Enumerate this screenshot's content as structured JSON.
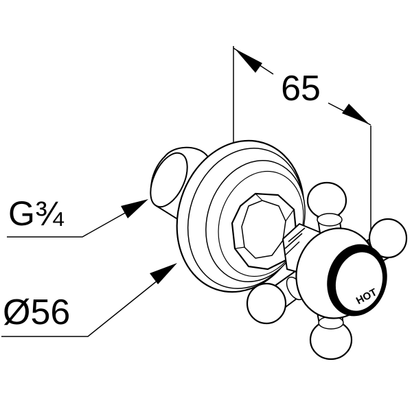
{
  "dimensions": {
    "depth": "65",
    "diameter": "Ø56",
    "thread": "G¾"
  },
  "handle_marking": "HOT"
}
